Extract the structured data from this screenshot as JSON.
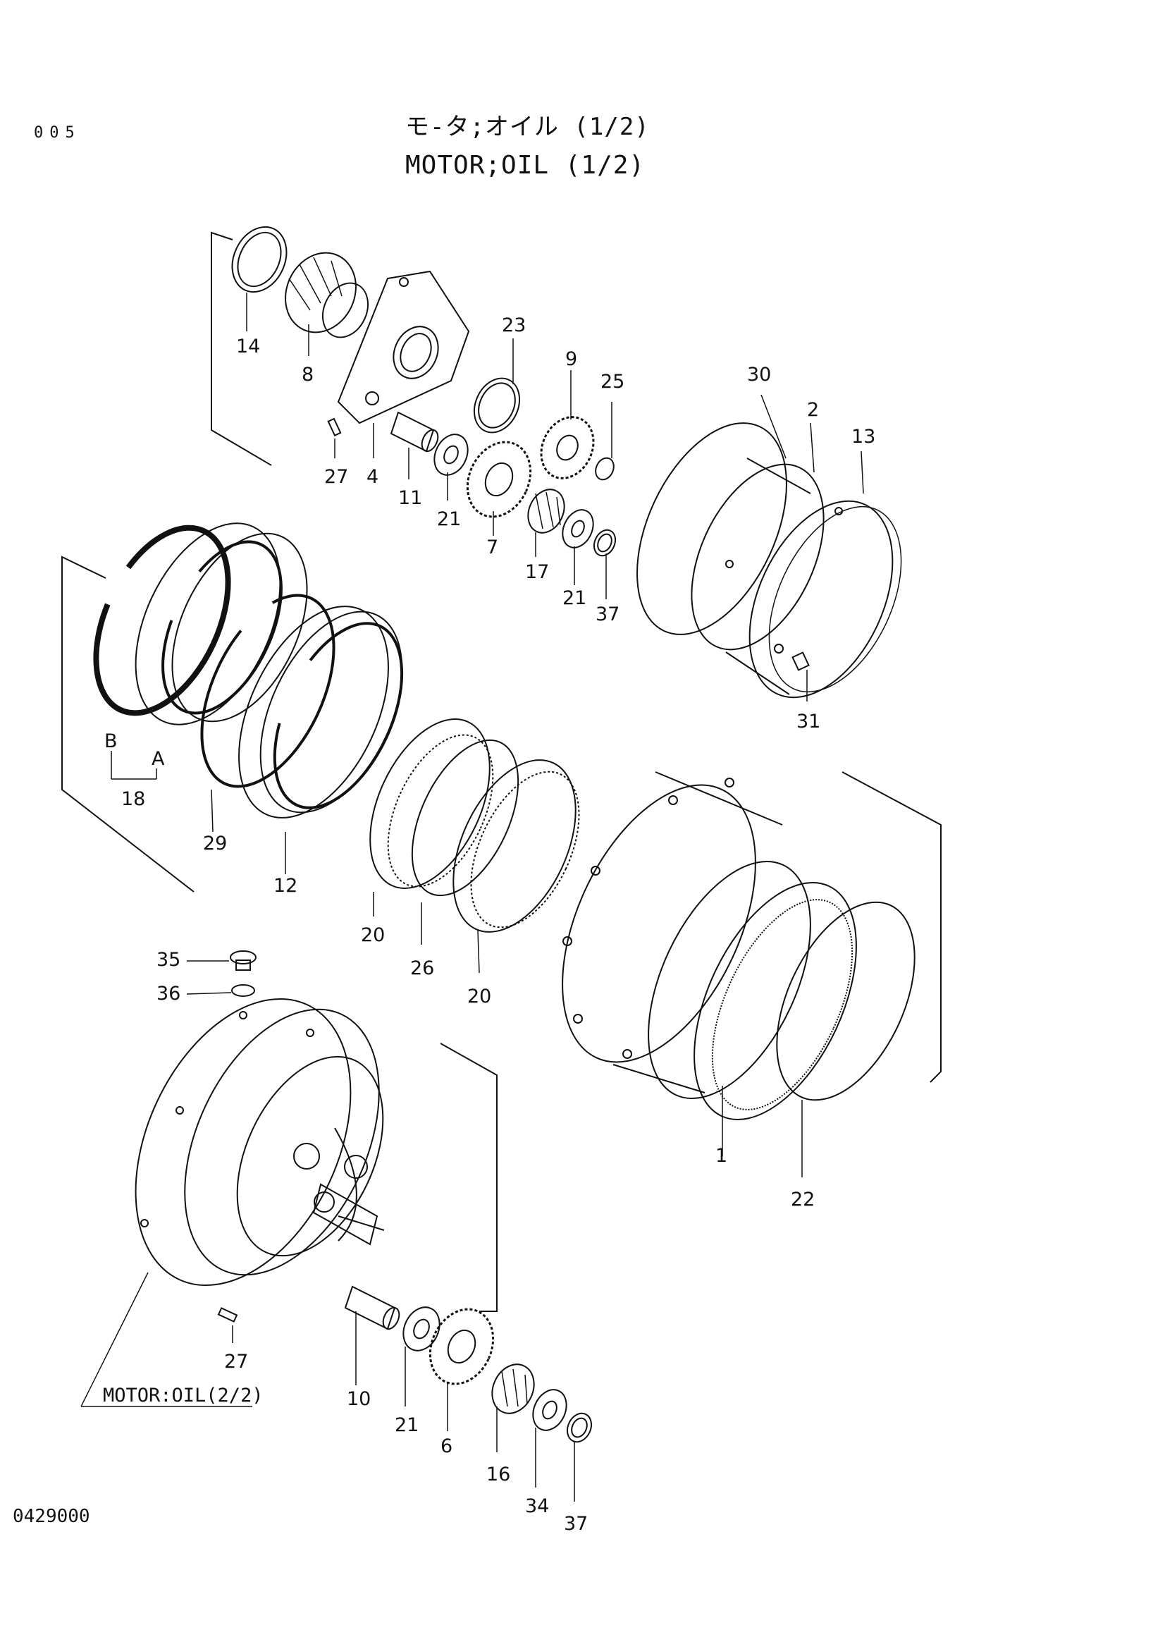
{
  "page": {
    "number": "005",
    "title_jp": "モ-タ;オイル (1/2)",
    "title_en": "MOTOR;OIL (1/2)",
    "drawing_code": "0429000"
  },
  "cross_reference": "MOTOR:OIL(2/2)",
  "sub_assembly": {
    "label": "18",
    "part_a": "A",
    "part_b": "B"
  },
  "callouts": [
    {
      "id": "c14",
      "text": "14"
    },
    {
      "id": "c8",
      "text": "8"
    },
    {
      "id": "c23",
      "text": "23"
    },
    {
      "id": "c9",
      "text": "9"
    },
    {
      "id": "c25",
      "text": "25"
    },
    {
      "id": "c30",
      "text": "30"
    },
    {
      "id": "c2",
      "text": "2"
    },
    {
      "id": "c13",
      "text": "13"
    },
    {
      "id": "c27a",
      "text": "27"
    },
    {
      "id": "c4",
      "text": "4"
    },
    {
      "id": "c11",
      "text": "11"
    },
    {
      "id": "c21a",
      "text": "21"
    },
    {
      "id": "c7",
      "text": "7"
    },
    {
      "id": "c17",
      "text": "17"
    },
    {
      "id": "c21b",
      "text": "21"
    },
    {
      "id": "c37a",
      "text": "37"
    },
    {
      "id": "c31",
      "text": "31"
    },
    {
      "id": "c29",
      "text": "29"
    },
    {
      "id": "c12",
      "text": "12"
    },
    {
      "id": "c20a",
      "text": "20"
    },
    {
      "id": "c26",
      "text": "26"
    },
    {
      "id": "c20b",
      "text": "20"
    },
    {
      "id": "c35",
      "text": "35"
    },
    {
      "id": "c36",
      "text": "36"
    },
    {
      "id": "c1",
      "text": "1"
    },
    {
      "id": "c22",
      "text": "22"
    },
    {
      "id": "c27b",
      "text": "27"
    },
    {
      "id": "c10",
      "text": "10"
    },
    {
      "id": "c21c",
      "text": "21"
    },
    {
      "id": "c6",
      "text": "6"
    },
    {
      "id": "c16",
      "text": "16"
    },
    {
      "id": "c34",
      "text": "34"
    },
    {
      "id": "c37b",
      "text": "37"
    }
  ]
}
